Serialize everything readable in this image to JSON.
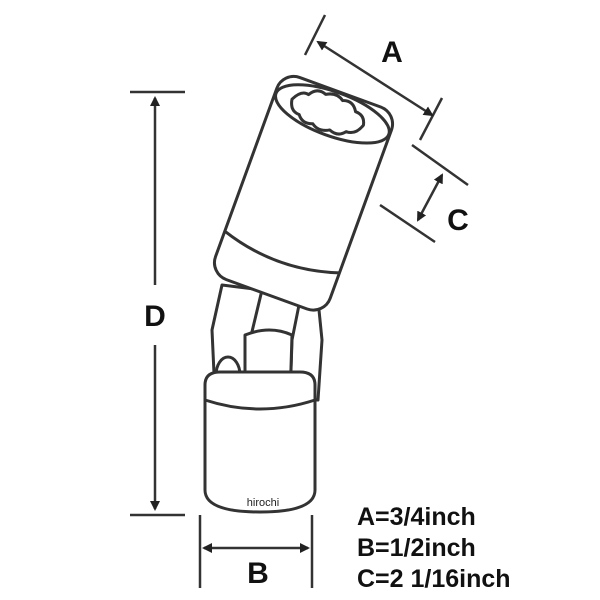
{
  "labels": {
    "a": "A",
    "b": "B",
    "c": "C",
    "d": "D"
  },
  "watermark": "hirochi",
  "specs": [
    "A=3/4inch",
    "B=1/2inch",
    "C=2 1/16inch"
  ],
  "colors": {
    "line": "#333333",
    "text": "#111111",
    "background": "#ffffff"
  }
}
